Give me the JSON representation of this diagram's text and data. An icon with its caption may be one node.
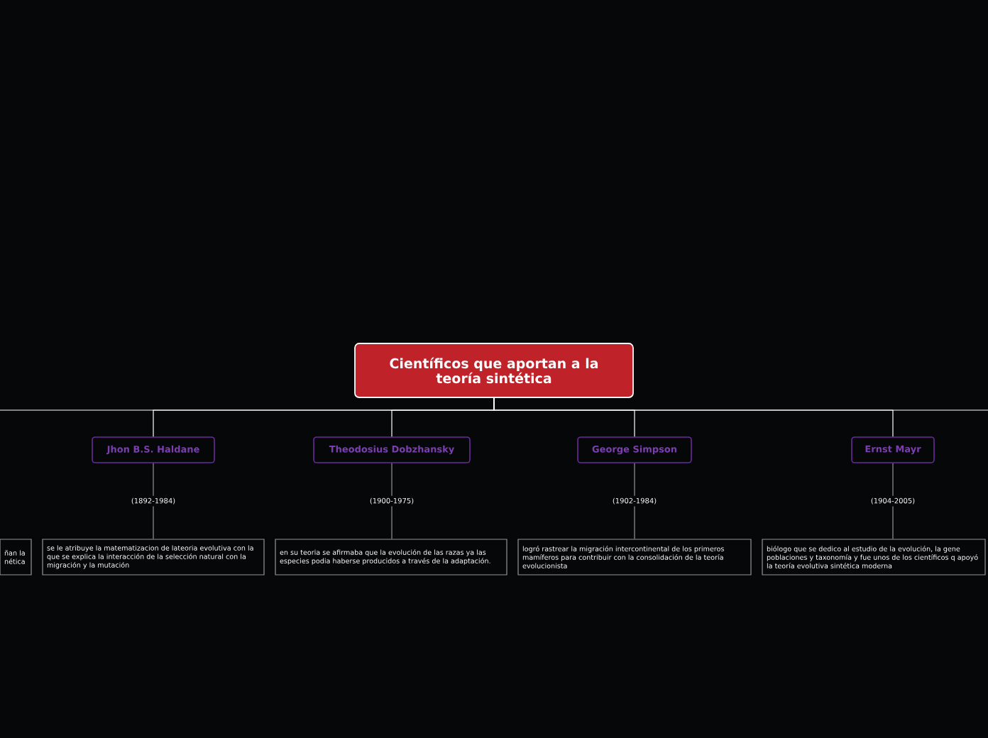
{
  "diagram": {
    "nodes": [
      {
        "text": [
          "Científicos que aportan a la teoría sintética"
        ]
      },
      {
        "text": [
          "Jhon B.S. Haldane"
        ]
      },
      {
        "text": [
          "Theodosius Dobzhansky"
        ]
      },
      {
        "text": [
          "George Simpson"
        ]
      },
      {
        "text": [
          "Ernst Mayr"
        ]
      },
      {
        "text": [
          "ñan la nética"
        ]
      },
      {
        "text": [
          "se le atribuye la matematizacion de lateoria evolutiva con la que se explica la interacción de la selección natural con la migración y la mutación"
        ]
      },
      {
        "text": [
          "en su teoria se afirmaba que la evolución de las razas ya las especies podia haberse producidos a través de la adaptación."
        ]
      },
      {
        "text": [
          "logró rastrear la migración intercontinental de los primeros mamíferos para contribuir con la consolidación de la teoría evolucionista"
        ]
      },
      {
        "text": [
          "biólogo que se dedico al estudio de la evolución, la gene poblaciones y taxonomía y fue unos de los científicos q apoyó la teoría evolutiva sintética moderna"
        ]
      }
    ],
    "edges": [
      {
        "from": 0,
        "to": null,
        "arrow": "none"
      },
      {
        "from": 0,
        "to": 1,
        "arrow": "none"
      },
      {
        "from": 0,
        "to": 2,
        "arrow": "none"
      },
      {
        "from": 0,
        "to": 3,
        "arrow": "none"
      },
      {
        "from": 0,
        "to": 4,
        "arrow": "none"
      },
      {
        "from": 0,
        "to": null,
        "arrow": "none"
      },
      {
        "from": 1,
        "to": 6,
        "arrow": "none",
        "label": "(1892-1984)",
        "color": "#969696"
      },
      {
        "from": 2,
        "to": 7,
        "arrow": "none",
        "label": "(1900-1975)",
        "color": "#969696"
      },
      {
        "from": 3,
        "to": 8,
        "arrow": "none",
        "label": "(1902-1984)",
        "color": "#969696"
      },
      {
        "from": 4,
        "to": 9,
        "arrow": "none",
        "label": "(1904-2005)",
        "color": "#969696"
      }
    ]
  }
}
